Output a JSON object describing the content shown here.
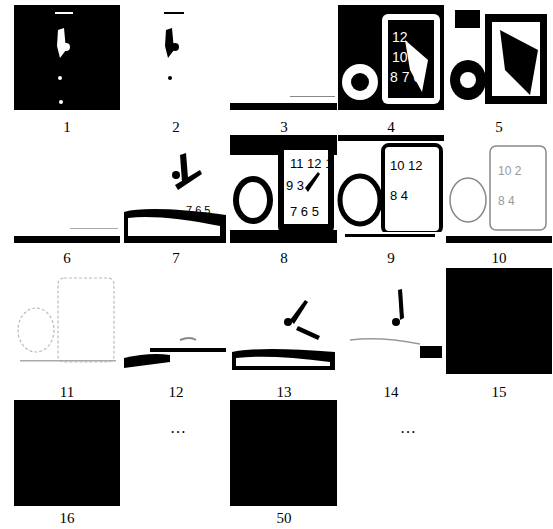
{
  "diagram": {
    "labels": [
      "1",
      "2",
      "3",
      "4",
      "5",
      "6",
      "7",
      "8",
      "9",
      "10",
      "11",
      "12",
      "13",
      "14",
      "15",
      "16",
      "…",
      "50",
      "…"
    ]
  }
}
